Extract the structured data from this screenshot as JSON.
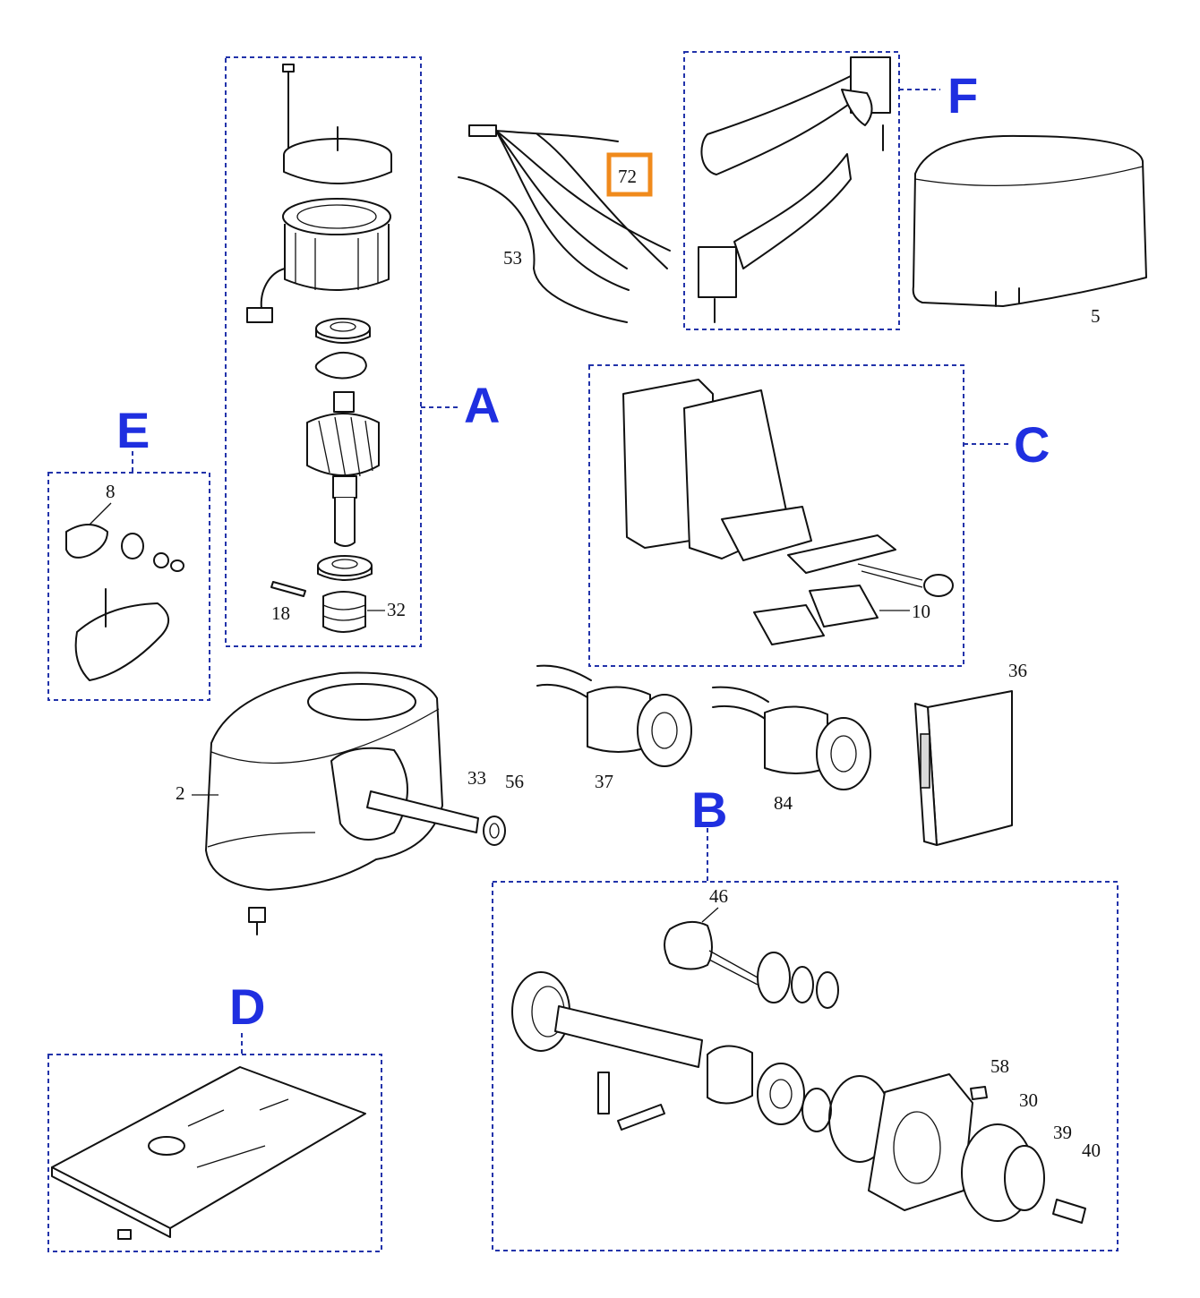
{
  "groups": {
    "A": "A",
    "B": "B",
    "C": "C",
    "D": "D",
    "E": "E",
    "F": "F"
  },
  "parts": {
    "p2": "2",
    "p5": "5",
    "p8": "8",
    "p10": "10",
    "p18": "18",
    "p30": "30",
    "p32": "32",
    "p33": "33",
    "p36": "36",
    "p37": "37",
    "p39": "39",
    "p40": "40",
    "p46": "46",
    "p53": "53",
    "p56": "56",
    "p58": "58",
    "p72": "72",
    "p84": "84"
  },
  "colors": {
    "group_letter": "#1f2fe0",
    "group_box": "#2233aa",
    "highlight": "#f08a1c",
    "line_art": "#111111"
  }
}
